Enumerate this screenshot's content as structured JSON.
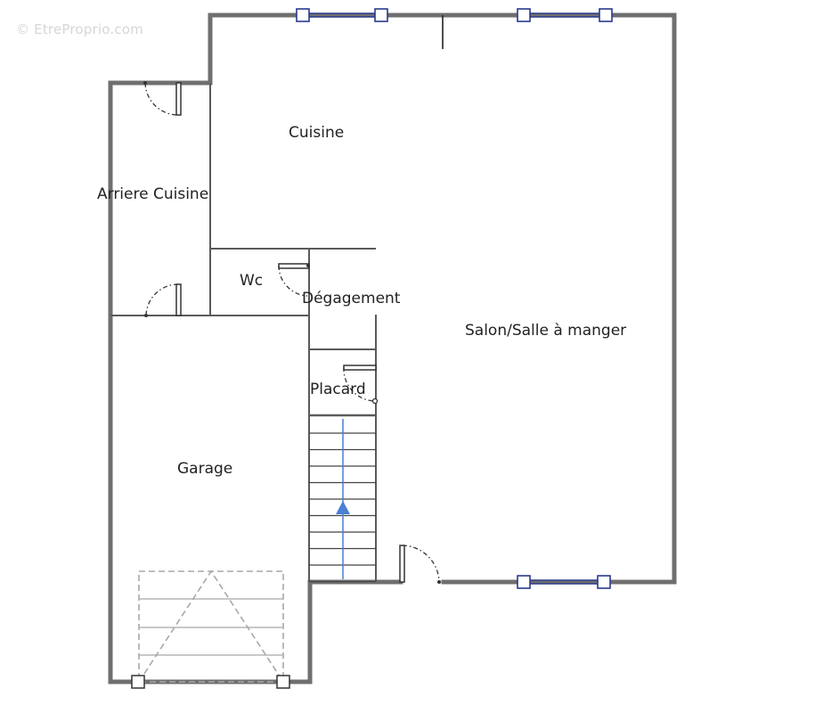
{
  "watermark": "© EtreProprio.com",
  "rooms": {
    "cuisine": "Cuisine",
    "arriere_cuisine": "Arriere Cuisine",
    "wc": "Wc",
    "degagement": "Dégagement",
    "salon": "Salon/Salle à manger",
    "placard": "Placard",
    "garage": "Garage"
  },
  "colors": {
    "exterior_wall": "#6f6f6f",
    "window": "#2a3a8c",
    "stair_arrow": "#4a7fd4",
    "garage_door": "#a8a8a8"
  }
}
